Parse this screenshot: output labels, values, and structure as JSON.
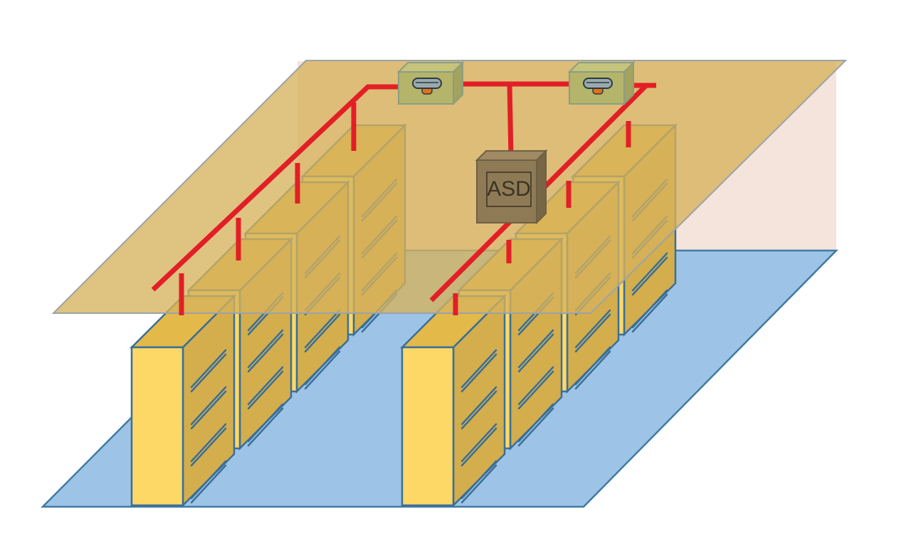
{
  "diagram": {
    "unit_label": "ASD",
    "rack_rows": [
      {
        "name": "left",
        "rack_count": 4
      },
      {
        "name": "right",
        "rack_count": 4
      }
    ],
    "detector_count": 2,
    "colors": {
      "floor": "#9dc3e6",
      "floor_edge": "#3f7ba3",
      "back_wall": "#f5e4dc",
      "ceiling": "#d6b25c",
      "rack_front": "#fdd867",
      "rack_side": "#d4ae4c",
      "rack_top": "#e3b94a",
      "rack_edge": "#3a6f98",
      "vent": "#3a6f98",
      "pipe": "#e21f26",
      "detector_box": "#b4b46a",
      "detector_head": "#9aa9ae",
      "detector_led": "#e4701c",
      "asd_box": "#8e7a55",
      "asd_text": "#3b3325"
    }
  }
}
